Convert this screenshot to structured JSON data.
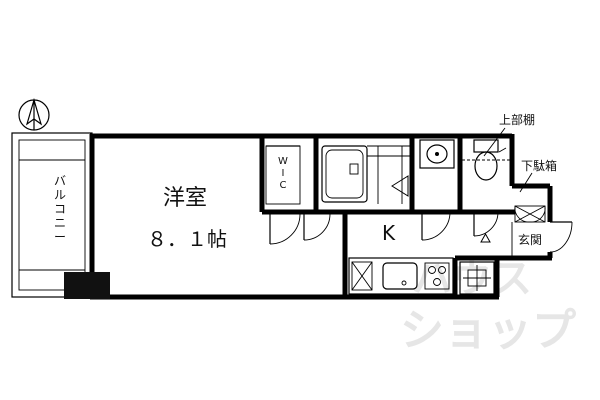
{
  "labels": {
    "balcony": "バルコニー",
    "western_room": "洋室",
    "area": "８．１帖",
    "wic": "W\nI\nC",
    "kitchen": "K",
    "upper_shelf": "上部棚",
    "shoe_box": "下駄箱",
    "entrance": "玄関"
  },
  "watermark": {
    "line1": "ハウス",
    "line2": "ショップ"
  },
  "colors": {
    "wall": "#000000",
    "watermark": "#e6e6e6",
    "pillar": "#111111"
  },
  "icons": [
    "north-arrow-icon",
    "bathtub-icon",
    "washbasin-icon",
    "toilet-icon",
    "sink-icon",
    "stove-icon",
    "washing-machine-pan-icon"
  ]
}
